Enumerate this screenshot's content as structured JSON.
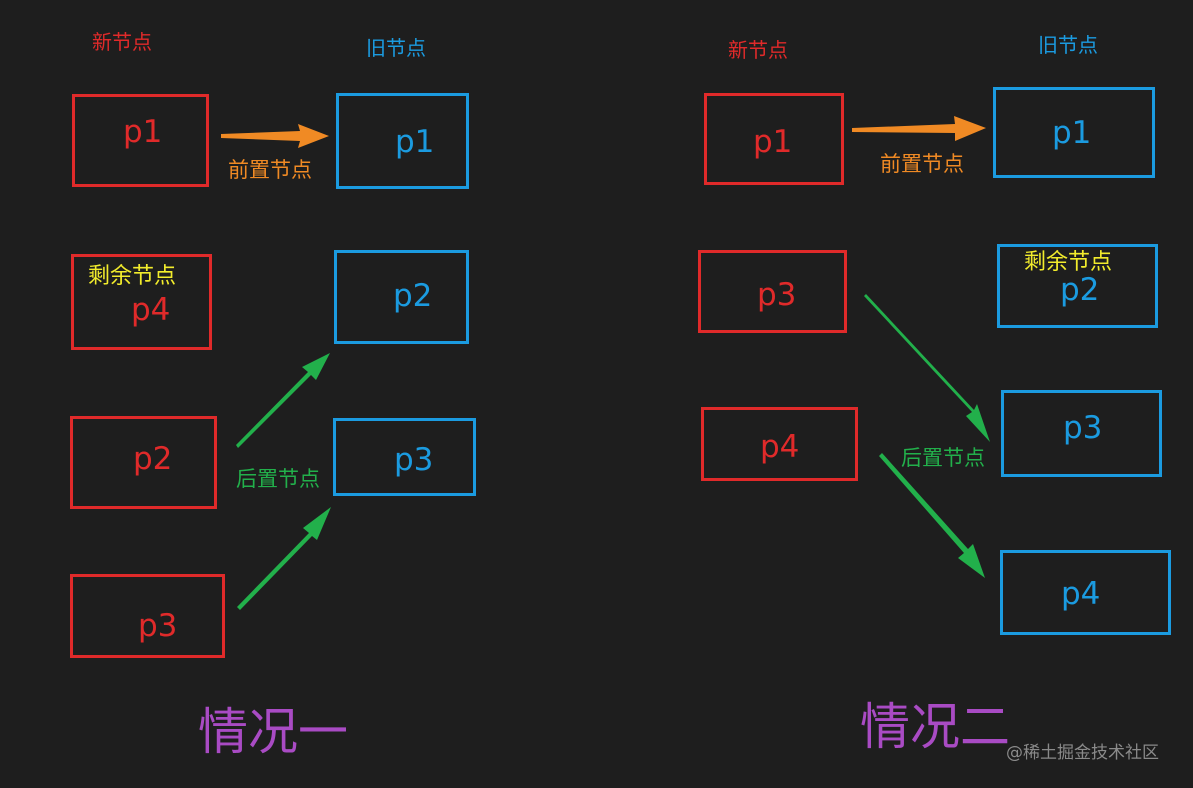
{
  "left": {
    "new_header": "新节点",
    "old_header": "旧节点",
    "new_nodes": [
      "p1",
      "p4",
      "p2",
      "p3"
    ],
    "old_nodes": [
      "p1",
      "p2",
      "p3"
    ],
    "front_label": "前置节点",
    "remaining_label": "剩余节点",
    "back_label": "后置节点",
    "title": "情况一"
  },
  "right": {
    "new_header": "新节点",
    "old_header": "旧节点",
    "new_nodes": [
      "p1",
      "p3",
      "p4"
    ],
    "old_nodes": [
      "p1",
      "p2",
      "p3",
      "p4"
    ],
    "front_label": "前置节点",
    "remaining_label": "剩余节点",
    "back_label": "后置节点",
    "title": "情况二"
  },
  "watermark": "@稀土掘金技术社区",
  "colors": {
    "new_node": "#e02a2a",
    "old_node": "#1b9be0",
    "front_arrow": "#f08a24",
    "back_arrow": "#22b04b",
    "remaining_label": "#f2ec2c",
    "title": "#a94bc4"
  }
}
